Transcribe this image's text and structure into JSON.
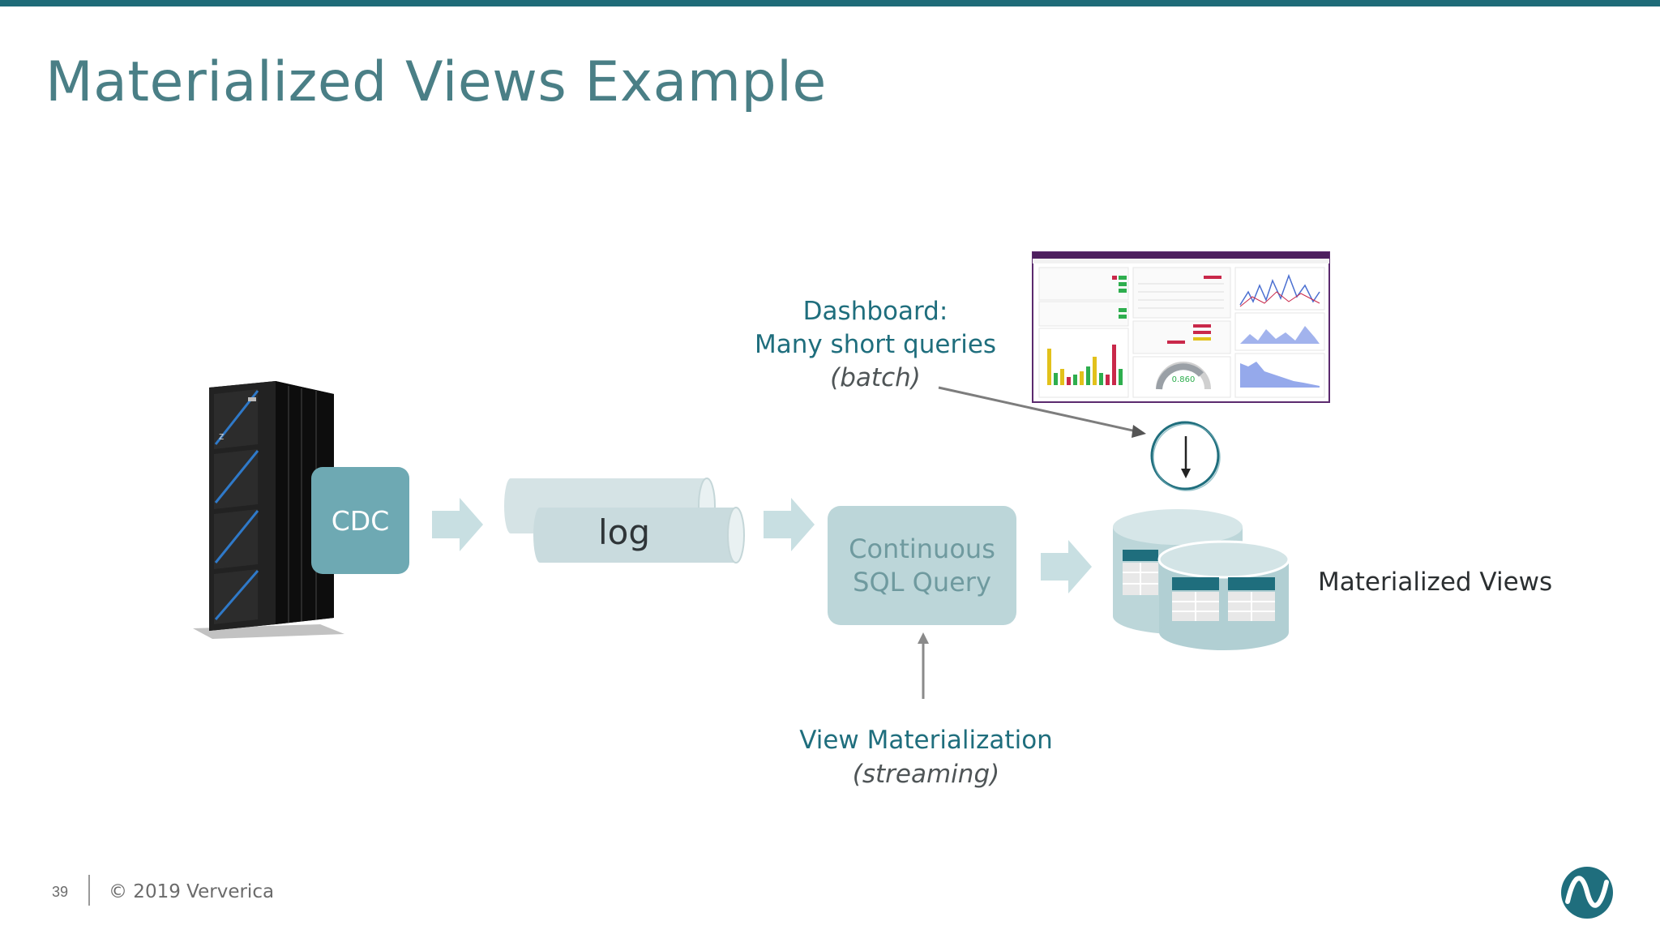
{
  "slide": {
    "title": "Materialized Views Example",
    "page_number": "39",
    "copyright": "© 2019 Ververica"
  },
  "diagram": {
    "cdc_label": "CDC",
    "log_label": "log",
    "query_line1": "Continuous",
    "query_line2": "SQL Query",
    "dashboard_line1": "Dashboard:",
    "dashboard_line2": "Many short queries",
    "dashboard_line3": "(batch)",
    "gauge_value": "0.860",
    "view_materialization_line1": "View Materialization",
    "view_materialization_line2": "(streaming)",
    "materialized_views_label": "Materialized Views"
  },
  "colors": {
    "accent": "#1e6b78",
    "title": "#4a7f86",
    "cdc_box": "#6ea9b3",
    "query_box": "#bcd6d9",
    "arrow": "#c8dfe2",
    "table_header": "#1f6e7d"
  }
}
